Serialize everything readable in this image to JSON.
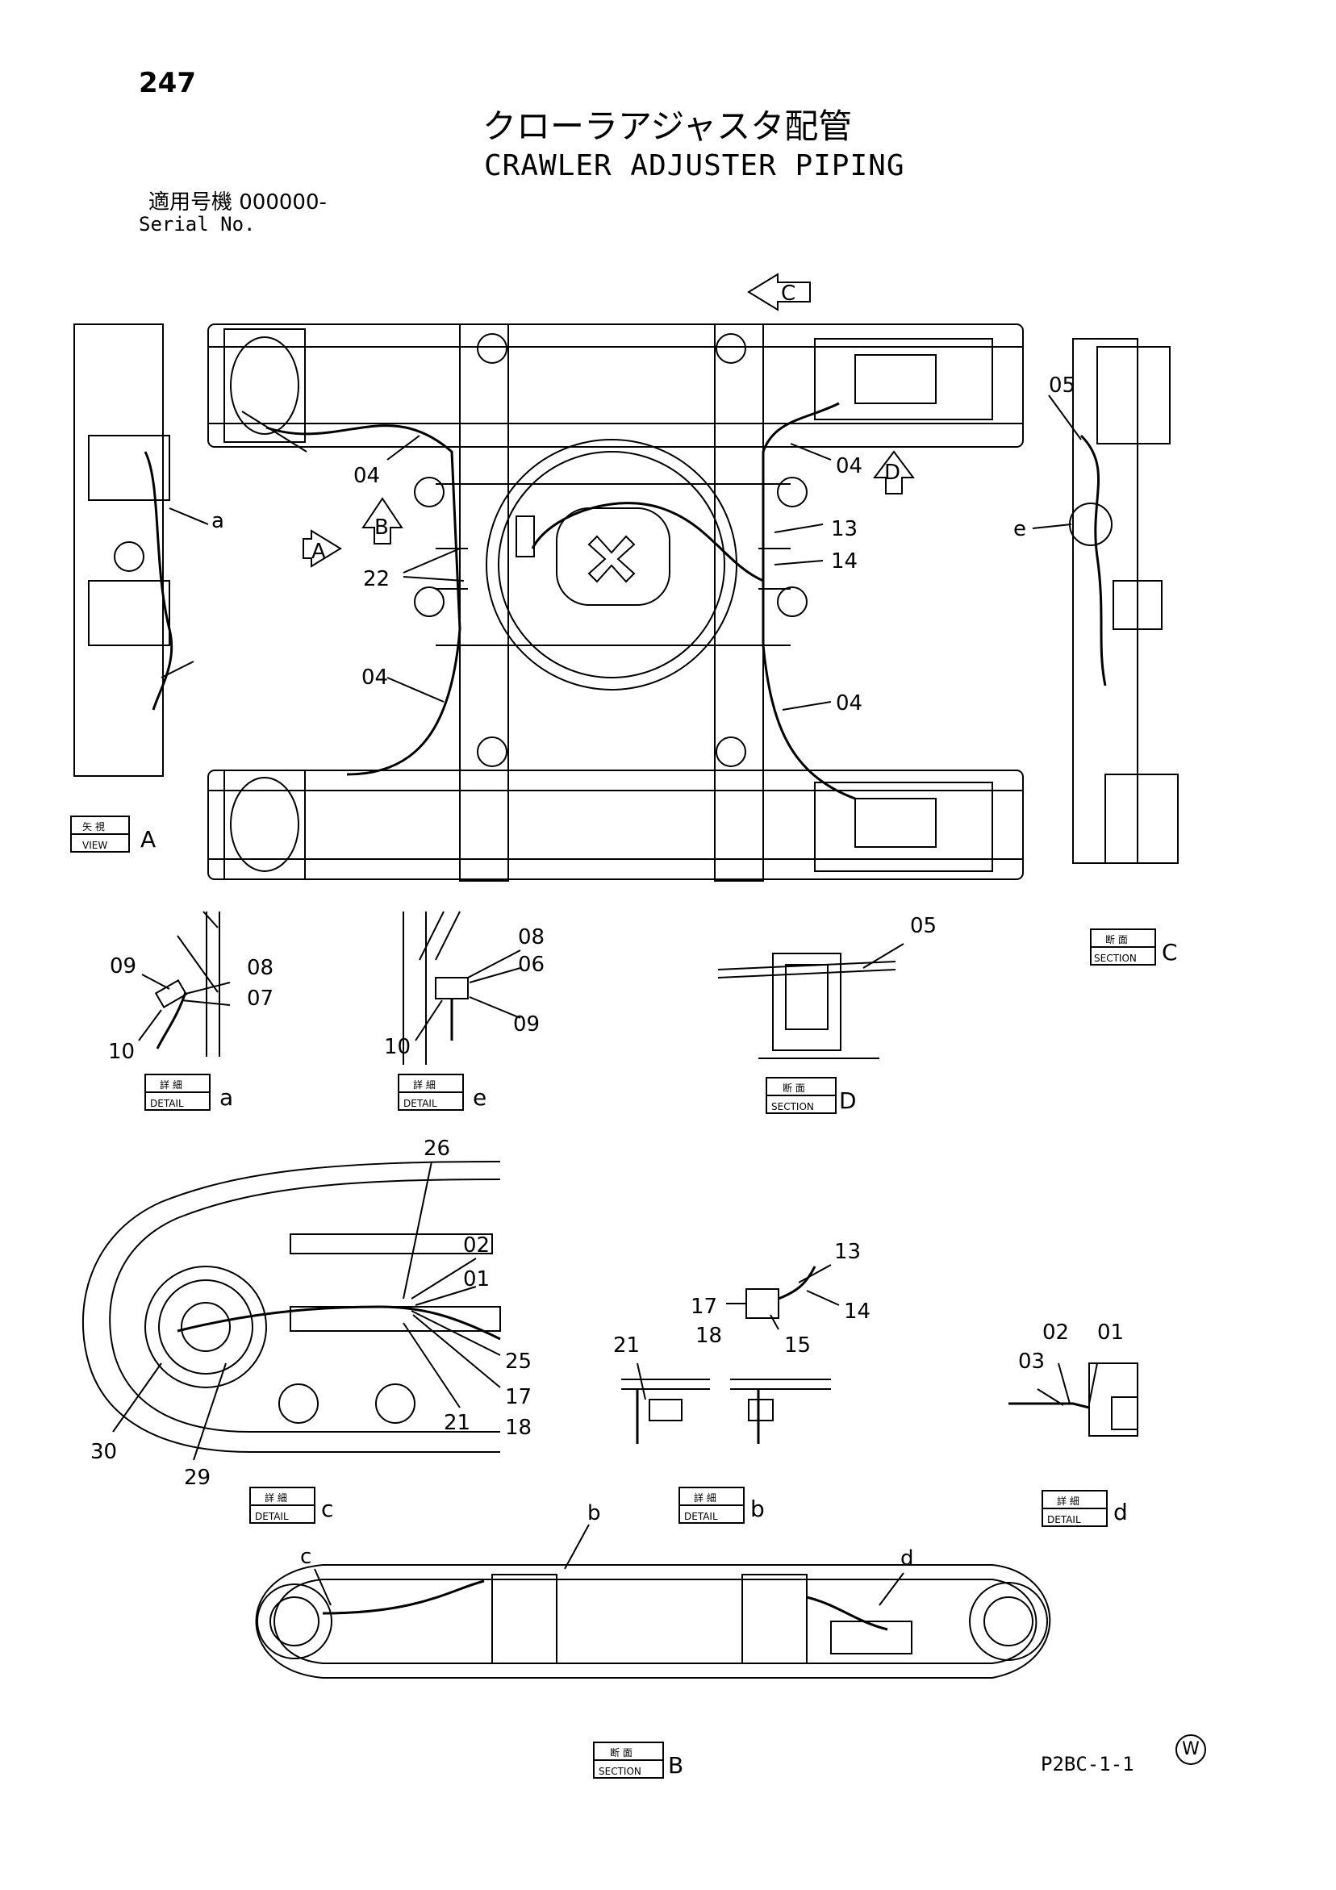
{
  "header": {
    "page_number": "247",
    "title_jp": "クローラアジャスタ配管",
    "title_en": "CRAWLER ADJUSTER PIPING",
    "serial_jp": "適用号機  000000-",
    "serial_en": "Serial No."
  },
  "footer": {
    "code": "P2BC-1-1",
    "mark": "W"
  },
  "arrows": {
    "a": "A",
    "b": "B",
    "c": "C",
    "d": "D"
  },
  "callouts": {
    "main_04_tl": "04",
    "main_04_tr": "04",
    "main_04_bl": "04",
    "main_04_br": "04",
    "main_13": "13",
    "main_14": "14",
    "main_22": "22",
    "main_a": "a",
    "view_c_05": "05",
    "view_c_e": "e",
    "det_a_09": "09",
    "det_a_08": "08",
    "det_a_07": "07",
    "det_a_10": "10",
    "det_e_08": "08",
    "det_e_06": "06",
    "det_e_09": "09",
    "det_e_10": "10",
    "sec_d_05": "05",
    "det_c_26": "26",
    "det_c_02": "02",
    "det_c_01": "01",
    "det_c_25": "25",
    "det_c_17": "17",
    "det_c_18": "18",
    "det_c_21": "21",
    "det_c_30": "30",
    "det_c_29": "29",
    "det_b_13": "13",
    "det_b_14": "14",
    "det_b_17": "17",
    "det_b_18": "18",
    "det_b_15": "15",
    "det_b_21": "21",
    "det_d_02": "02",
    "det_d_01": "01",
    "det_d_03": "03",
    "sec_b_b": "b",
    "sec_b_c": "c",
    "sec_b_d": "d"
  },
  "labels": {
    "view_a": {
      "jp": "矢 視",
      "en": "VIEW",
      "letter": "A"
    },
    "section_c": {
      "jp": "断 面",
      "en": "SECTION",
      "letter": "C"
    },
    "detail_a": {
      "jp": "詳 細",
      "en": "DETAIL",
      "letter": "a"
    },
    "detail_e": {
      "jp": "詳 細",
      "en": "DETAIL",
      "letter": "e"
    },
    "section_d": {
      "jp": "断 面",
      "en": "SECTION",
      "letter": "D"
    },
    "detail_c": {
      "jp": "詳 細",
      "en": "DETAIL",
      "letter": "c"
    },
    "detail_b": {
      "jp": "詳 細",
      "en": "DETAIL",
      "letter": "b"
    },
    "detail_d": {
      "jp": "詳 細",
      "en": "DETAIL",
      "letter": "d"
    },
    "section_b": {
      "jp": "断 面",
      "en": "SECTION",
      "letter": "B"
    }
  }
}
